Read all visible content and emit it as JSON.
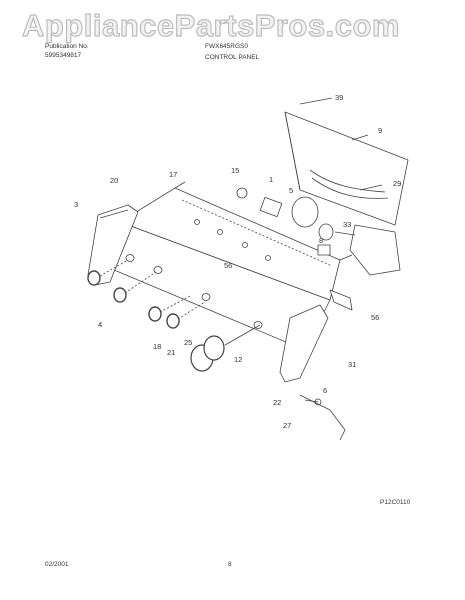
{
  "watermark": "AppliancePartsPros.com",
  "header": {
    "publication_label": "Publication No.",
    "publication_number": "5995349817",
    "model": "FWX645RGS0",
    "section_title": "CONTROL PANEL"
  },
  "callouts": {
    "c39": "39",
    "c9": "9",
    "c20": "20",
    "c17": "17",
    "c15": "15",
    "c1": "1",
    "c5": "5",
    "c29": "29",
    "c3": "3",
    "c8": "8",
    "c33": "33",
    "c56a": "56",
    "c56b": "56",
    "c4": "4",
    "c18": "18",
    "c25": "25",
    "c21": "21",
    "c12": "12",
    "c31": "31",
    "c22": "22",
    "c6": "6",
    "c27": "27"
  },
  "figure_code": "P12C0110",
  "footer": {
    "date": "02/2001",
    "page": "8"
  }
}
